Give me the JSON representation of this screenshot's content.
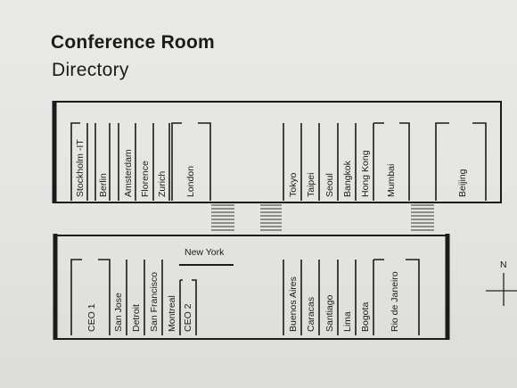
{
  "header": {
    "title": "Conference Room",
    "subtitle": "Directory"
  },
  "upper_wing": {
    "rooms": [
      "Stockholm -IT",
      "Berlin",
      "Amsterdam",
      "Florence",
      "Zurich",
      "London",
      "Tokyo",
      "Taipei",
      "Seoul",
      "Bangkok",
      "Hong Kong",
      "Mumbai",
      "Beijing"
    ]
  },
  "lower_wing": {
    "rooms": [
      "CEO 1",
      "San Jose",
      "Detroit",
      "San Francisco",
      "Montreal",
      "CEO 2",
      "Buenos Aires",
      "Caracas",
      "Santiago",
      "Lima",
      "Bogota",
      "Rio de Janeiro"
    ],
    "area_label": "New York"
  },
  "compass": {
    "north_label": "N"
  }
}
